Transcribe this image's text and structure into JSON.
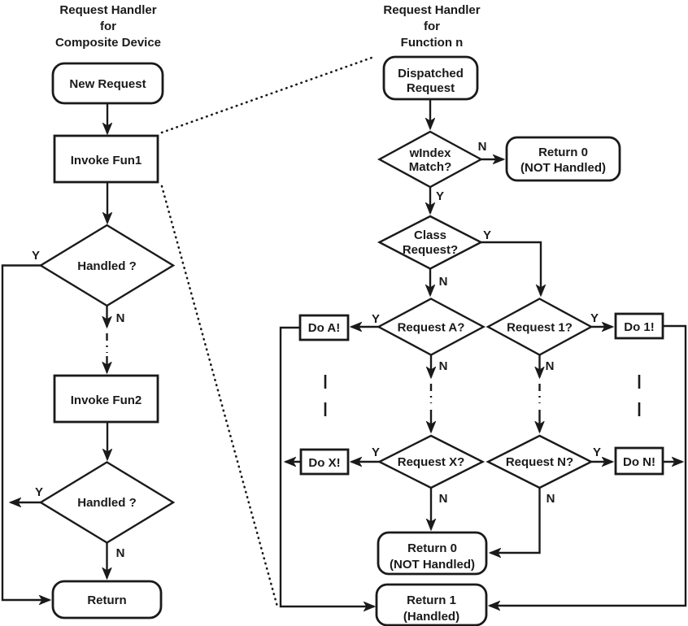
{
  "left_chart": {
    "title_lines": [
      "Request Handler",
      "for",
      "Composite Device"
    ],
    "nodes": {
      "new_request": "New Request",
      "invoke_fun1": "Invoke Fun1",
      "handled1": "Handled ?",
      "invoke_fun2": "Invoke Fun2",
      "handled2": "Handled ?",
      "return": "Return"
    }
  },
  "right_chart": {
    "title_lines": [
      "Request Handler",
      "for",
      "Function n"
    ],
    "nodes": {
      "dispatched_line1": "Dispatched",
      "dispatched_line2": "Request",
      "windex_line1": "wIndex",
      "windex_line2": "Match?",
      "return0_top_line1": "Return 0",
      "return0_top_line2": "(NOT Handled)",
      "class_line1": "Class",
      "class_line2": "Request?",
      "request_a": "Request A?",
      "do_a": "Do A!",
      "request_1": "Request 1?",
      "do_1": "Do 1!",
      "request_x": "Request X?",
      "do_x": "Do X!",
      "request_n": "Request N?",
      "do_n": "Do N!",
      "return0_bottom_line1": "Return 0",
      "return0_bottom_line2": "(NOT Handled)",
      "return1_line1": "Return 1",
      "return1_line2": "(Handled)"
    }
  },
  "branch_labels": {
    "yes": "Y",
    "no": "N"
  },
  "colors": {
    "ink": "#1a1a1a",
    "background": "#ffffff"
  }
}
